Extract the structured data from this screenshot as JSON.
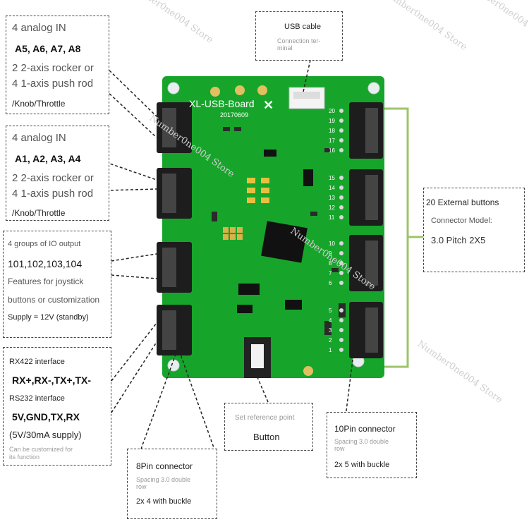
{
  "callouts": {
    "analog1": {
      "title": "4 analog IN",
      "pins": "A5, A6, A7, A8",
      "line1": "2 2-axis rocker or",
      "line2": "4 1-axis push rod",
      "line3": "/Knob/Throttle"
    },
    "analog2": {
      "title": "4 analog IN",
      "pins": "A1, A2, A3, A4",
      "line1": "2 2-axis rocker or",
      "line2": "4 1-axis push rod",
      "line3": "/Knob/Throttle"
    },
    "io": {
      "title": "4 groups of IO output",
      "pins": "101,102,103,104",
      "line1": "Features for joystick",
      "line2": "buttons or customization",
      "line3": "Supply = 12V (standby)"
    },
    "serial": {
      "rx_title": "RX422 interface",
      "rx_pins": "RX+,RX-,TX+,TX-",
      "rs_title": "RS232 interface",
      "rs_pins": "5V,GND,TX,RX",
      "supply": "(5V/30mA supply)",
      "note1": "Can be customized for",
      "note2": "its function"
    },
    "usb": {
      "title": "USB cable",
      "line1": "Connection ter-",
      "line2": "minal"
    },
    "external": {
      "title": "20 External buttons",
      "line1": "Connector Model:",
      "line2": "3.0 Pitch 2X5"
    },
    "button": {
      "title": "Set reference point",
      "label": "Button"
    },
    "pin10": {
      "title": "10Pin connector",
      "line1": "Spacing 3.0 double",
      "line2": "row",
      "line3": "2x 5 with buckle"
    },
    "pin8": {
      "title": "8Pin connector",
      "line1": "Spacing 3.0 double",
      "line2": "row",
      "line3": "2x 4 with buckle"
    }
  },
  "board": {
    "name": "XL-USB-Board",
    "date": "20170609",
    "pcb_color": "#16a52a",
    "right_labels": [
      "20",
      "19",
      "18",
      "17",
      "16",
      "15",
      "14",
      "13",
      "12",
      "11",
      "10",
      "9",
      "8",
      "7",
      "6",
      "5",
      "4",
      "3",
      "2",
      "1"
    ]
  },
  "watermark": "Number0ne004 Store"
}
